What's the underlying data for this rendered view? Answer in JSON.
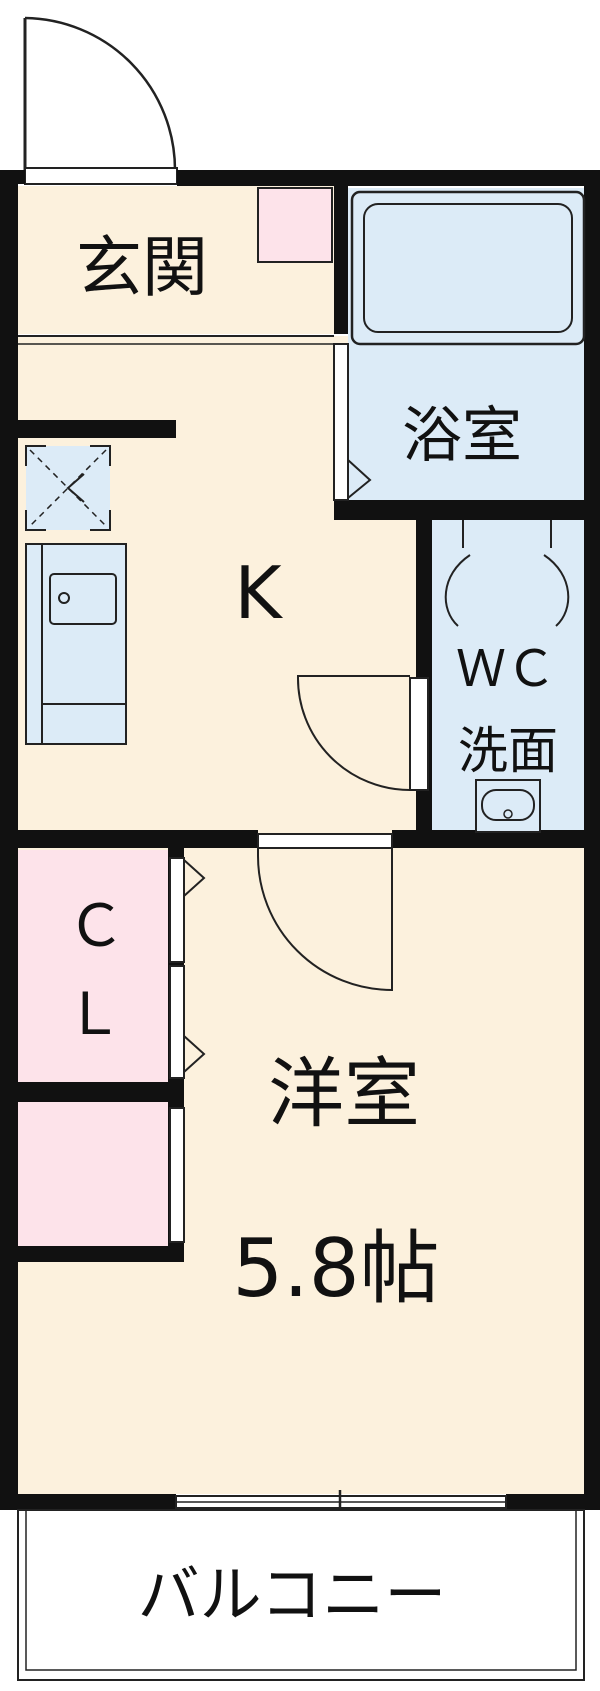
{
  "rooms": {
    "genkan": "玄関",
    "bath": "浴室",
    "kitchen": "K",
    "wc_line1": "ＷＣ",
    "wc_line2": "洗面",
    "closet_line1": "Ｃ",
    "closet_line2": "Ｌ",
    "western": "洋室",
    "western_size": "5.8帖",
    "balcony": "バルコニー"
  },
  "colors": {
    "wall": "#111111",
    "floor_beige": "#fcf1dd",
    "bath_blue": "#dcebf7",
    "closet_pink": "#fde3ea",
    "fixture_stroke": "#222222"
  }
}
